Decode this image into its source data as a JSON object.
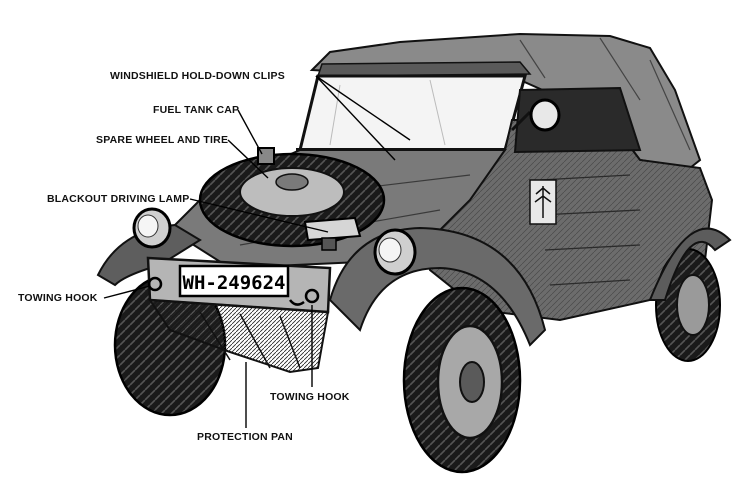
{
  "diagram": {
    "plate": "WH-249624",
    "labels": {
      "windshield_clips": "WINDSHIELD HOLD-DOWN CLIPS",
      "fuel_tank_cap": "FUEL TANK CAP",
      "spare_wheel": "SPARE WHEEL AND TIRE",
      "blackout_lamp": "BLACKOUT DRIVING LAMP",
      "towing_hook_left": "TOWING HOOK",
      "towing_hook_right": "TOWING HOOK",
      "protection_pan": "PROTECTION PAN"
    }
  }
}
